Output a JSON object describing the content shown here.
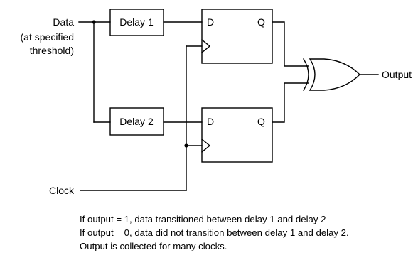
{
  "diagram": {
    "inputs": {
      "data_label": "Data",
      "data_sublabel_line1": "(at specified",
      "data_sublabel_line2": "threshold)",
      "clock_label": "Clock"
    },
    "delays": {
      "delay1_label": "Delay 1",
      "delay2_label": "Delay 2"
    },
    "flipflops": {
      "top_d_label": "D",
      "top_q_label": "Q",
      "bottom_d_label": "D",
      "bottom_q_label": "Q"
    },
    "output_label": "Output",
    "notes": [
      "If output = 1, data transitioned between delay 1 and delay 2",
      "If output = 0, data did not transition between delay 1 and delay 2.",
      "Output is collected for many clocks."
    ]
  }
}
